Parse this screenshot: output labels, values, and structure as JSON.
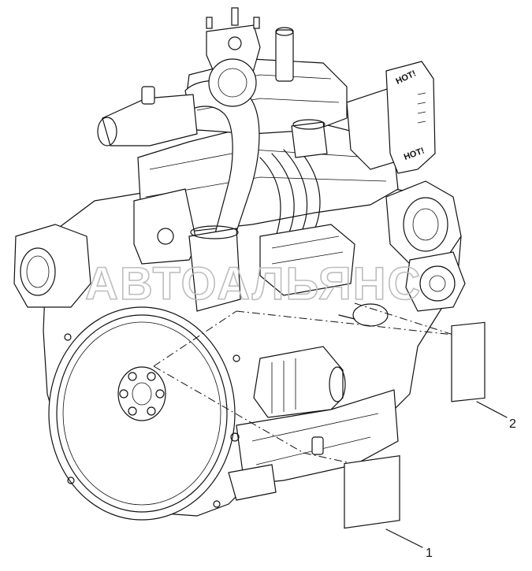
{
  "callouts": [
    {
      "id": "1",
      "label": "1"
    },
    {
      "id": "2",
      "label": "2"
    }
  ],
  "decals": {
    "hot_top": "HOT!",
    "hot_bottom": "HOT!"
  },
  "watermark": "АВТОАЛЬЯНС"
}
